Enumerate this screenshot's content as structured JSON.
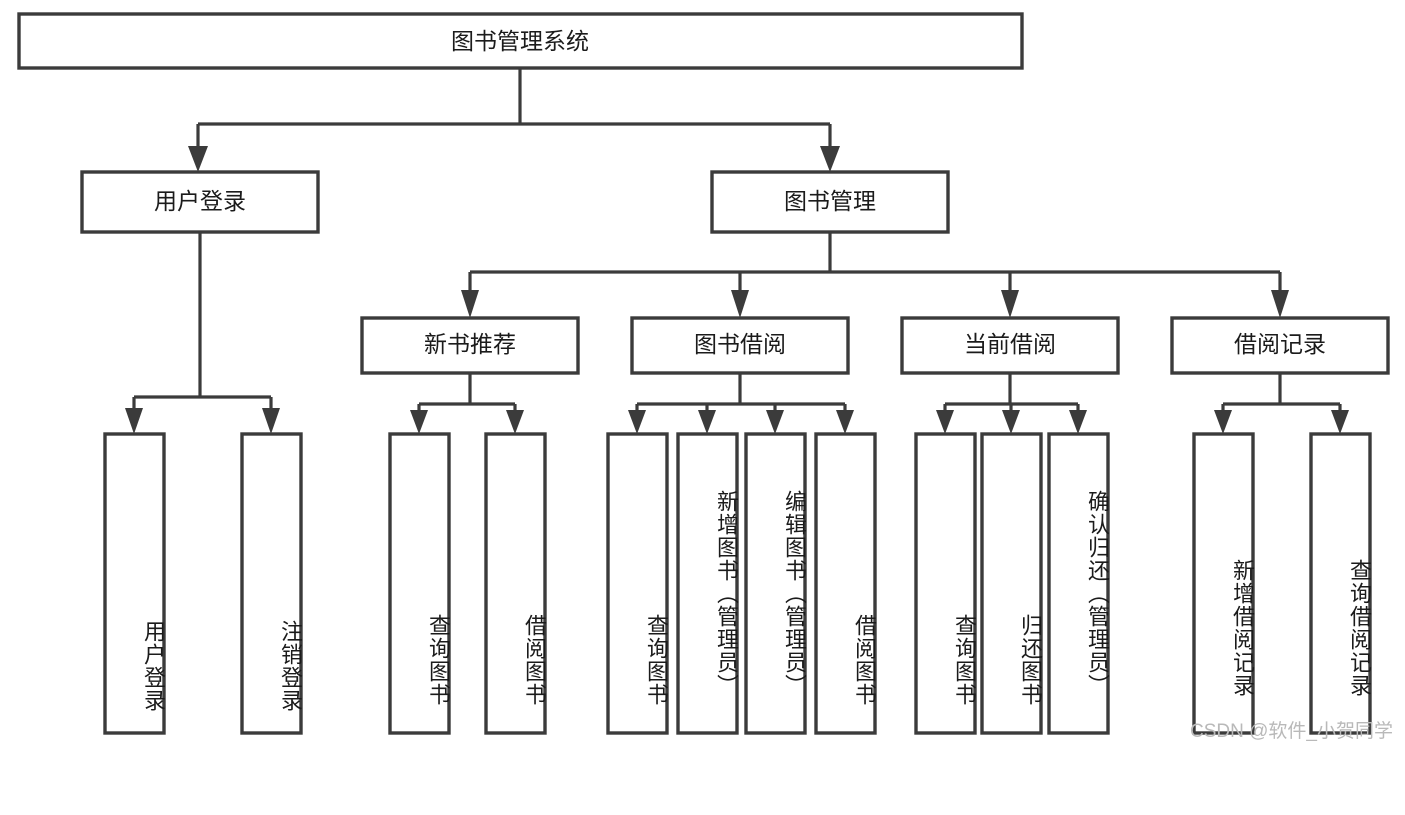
{
  "diagram": {
    "title": "图书管理系统",
    "type": "tree-hierarchy",
    "watermark": "CSDN @软件_小贺同学",
    "colors": {
      "box_stroke": "#3b3b3b",
      "box_fill": "#ffffff",
      "connector": "#3b3b3b",
      "text": "#1b1b1b",
      "watermark": "#b9b9b9",
      "background": "#ffffff"
    },
    "root": {
      "label": "图书管理系统"
    },
    "level2": [
      {
        "id": "user-login",
        "label": "用户登录"
      },
      {
        "id": "book-manage",
        "label": "图书管理"
      }
    ],
    "level3": [
      {
        "id": "new-book-recommend",
        "label": "新书推荐",
        "parent": "book-manage"
      },
      {
        "id": "book-borrow",
        "label": "图书借阅",
        "parent": "book-manage"
      },
      {
        "id": "current-borrow",
        "label": "当前借阅",
        "parent": "book-manage"
      },
      {
        "id": "borrow-record",
        "label": "借阅记录",
        "parent": "book-manage"
      }
    ],
    "leaves": [
      {
        "id": "leaf-user-login",
        "label": "用户登录",
        "parent": "user-login"
      },
      {
        "id": "leaf-logout",
        "label": "注销登录",
        "parent": "user-login"
      },
      {
        "id": "leaf-query-book-1",
        "label": "查询图书",
        "parent": "new-book-recommend"
      },
      {
        "id": "leaf-borrow-book-1",
        "label": "借阅图书",
        "parent": "new-book-recommend"
      },
      {
        "id": "leaf-query-book-2",
        "label": "查询图书",
        "parent": "book-borrow"
      },
      {
        "id": "leaf-add-book",
        "label": "新增图书（管理员）",
        "parent": "book-borrow"
      },
      {
        "id": "leaf-edit-book",
        "label": "编辑图书（管理员）",
        "parent": "book-borrow"
      },
      {
        "id": "leaf-borrow-book-2",
        "label": "借阅图书",
        "parent": "book-borrow"
      },
      {
        "id": "leaf-query-book-3",
        "label": "查询图书",
        "parent": "current-borrow"
      },
      {
        "id": "leaf-return-book",
        "label": "归还图书",
        "parent": "current-borrow"
      },
      {
        "id": "leaf-confirm-return",
        "label": "确认归还（管理员）",
        "parent": "current-borrow"
      },
      {
        "id": "leaf-add-record",
        "label": "新增借阅记录",
        "parent": "borrow-record"
      },
      {
        "id": "leaf-query-record",
        "label": "查询借阅记录",
        "parent": "borrow-record"
      }
    ]
  }
}
